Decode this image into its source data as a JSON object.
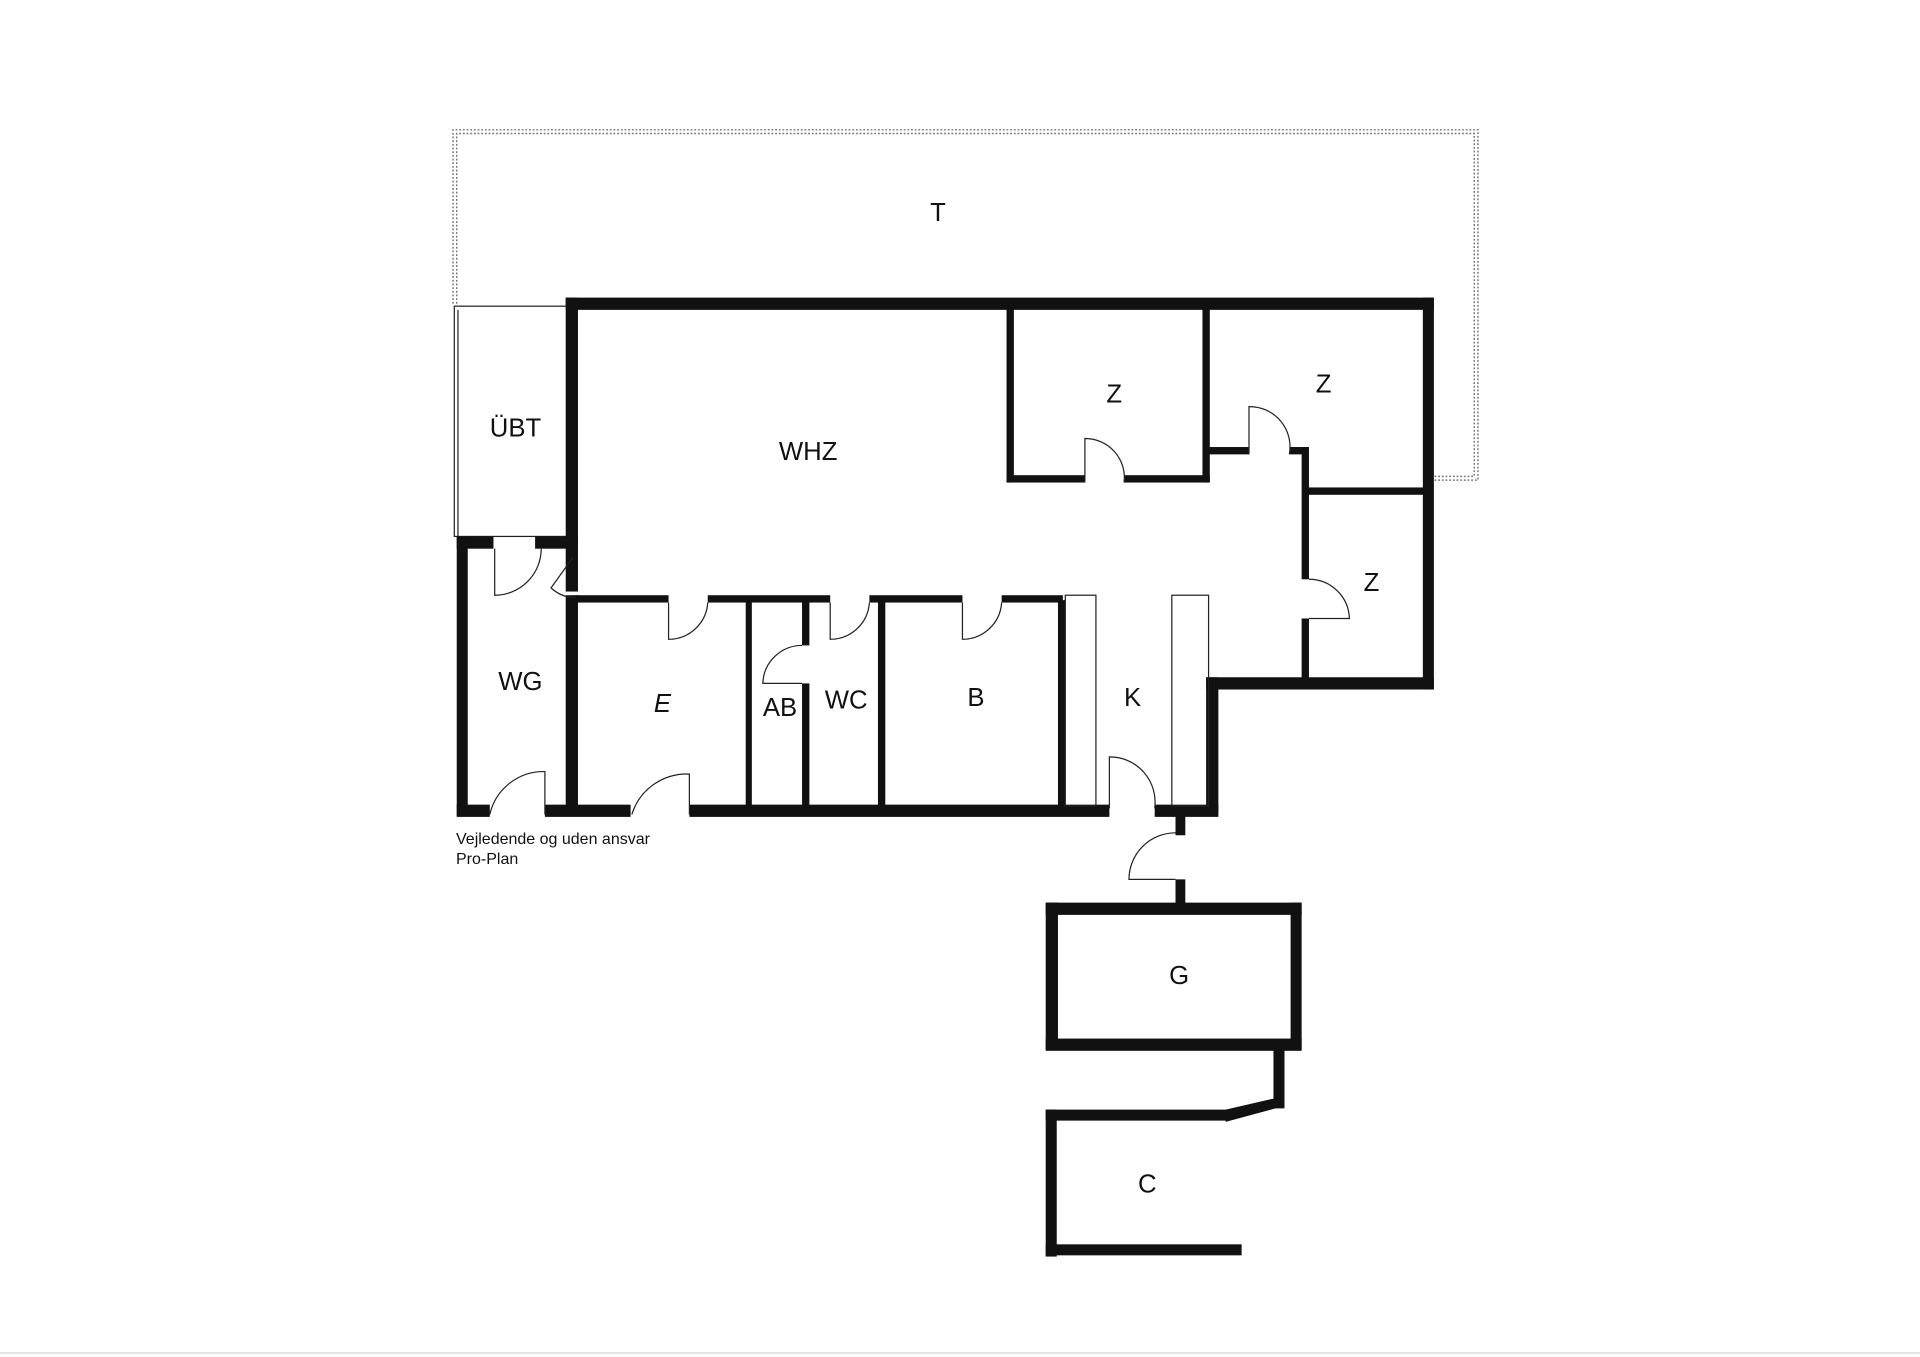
{
  "plan": {
    "rooms": [
      {
        "id": "terrace",
        "label": "T"
      },
      {
        "id": "covered-terrace",
        "label": "ÜBT"
      },
      {
        "id": "living-room",
        "label": "WHZ"
      },
      {
        "id": "room-1",
        "label": "Z"
      },
      {
        "id": "room-2",
        "label": "Z"
      },
      {
        "id": "room-3",
        "label": "Z"
      },
      {
        "id": "entrance",
        "label": "WG"
      },
      {
        "id": "e-room",
        "label": "E"
      },
      {
        "id": "storage",
        "label": "AB"
      },
      {
        "id": "toilet",
        "label": "WC"
      },
      {
        "id": "bathroom",
        "label": "B"
      },
      {
        "id": "kitchen",
        "label": "K"
      },
      {
        "id": "garage",
        "label": "G"
      },
      {
        "id": "carport",
        "label": "C"
      }
    ],
    "legend": {
      "line1": "Vejledende og uden ansvar",
      "line2": "Pro-Plan"
    }
  }
}
